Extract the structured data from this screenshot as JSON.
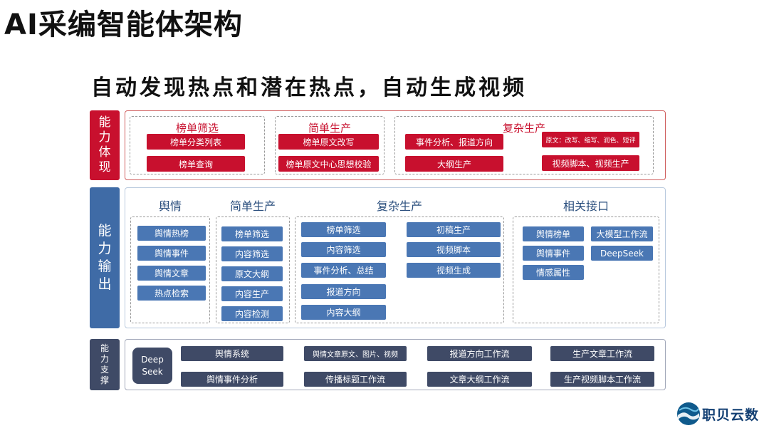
{
  "title": "AI采编智能体架构",
  "subtitle": "自动发现热点和潜在热点，自动生成视频",
  "layers": {
    "capability": {
      "label": "能力体现",
      "groups": [
        {
          "title": "榜单筛选",
          "items": [
            "榜单分类列表",
            "榜单查询"
          ]
        },
        {
          "title": "简单生产",
          "items": [
            "榜单原文改写",
            "榜单原文中心思想校验"
          ]
        },
        {
          "title": "复杂生产",
          "items": [
            "事件分析、报道方向",
            "原文：改写、缩写、润色、短评",
            "大纲生产",
            "视频脚本、视频生产"
          ]
        }
      ]
    },
    "output": {
      "label": "能力输出",
      "groups": [
        {
          "title": "舆情",
          "items": [
            "舆情热榜",
            "舆情事件",
            "舆情文章",
            "热点检索"
          ]
        },
        {
          "title": "简单生产",
          "items": [
            "榜单筛选",
            "内容筛选",
            "原文大纲",
            "内容生产",
            "内容检测"
          ]
        },
        {
          "title": "复杂生产",
          "items": [
            "榜单筛选",
            "内容筛选",
            "事件分析、总结",
            "报道方向",
            "内容大纲",
            "初稿生产",
            "视频脚本",
            "视频生成"
          ]
        },
        {
          "title": "相关接口",
          "items": [
            "舆情榜单",
            "大模型工作流",
            "舆情事件",
            "DeepSeek",
            "情感属性"
          ]
        }
      ]
    },
    "support": {
      "label": "能力支撑",
      "deepseek": [
        "Deep",
        "Seek"
      ],
      "items": [
        "舆情系统",
        "舆情文章原文、图片、视频",
        "报道方向工作流",
        "生产文章工作流",
        "舆情事件分析",
        "传播标题工作流",
        "文章大纲工作流",
        "生产视频脚本工作流"
      ]
    }
  },
  "logo": {
    "text": "职贝云数"
  },
  "colors": {
    "red": "#c8102e",
    "blue": "#4a77b4",
    "navy": "#3f4a66"
  }
}
